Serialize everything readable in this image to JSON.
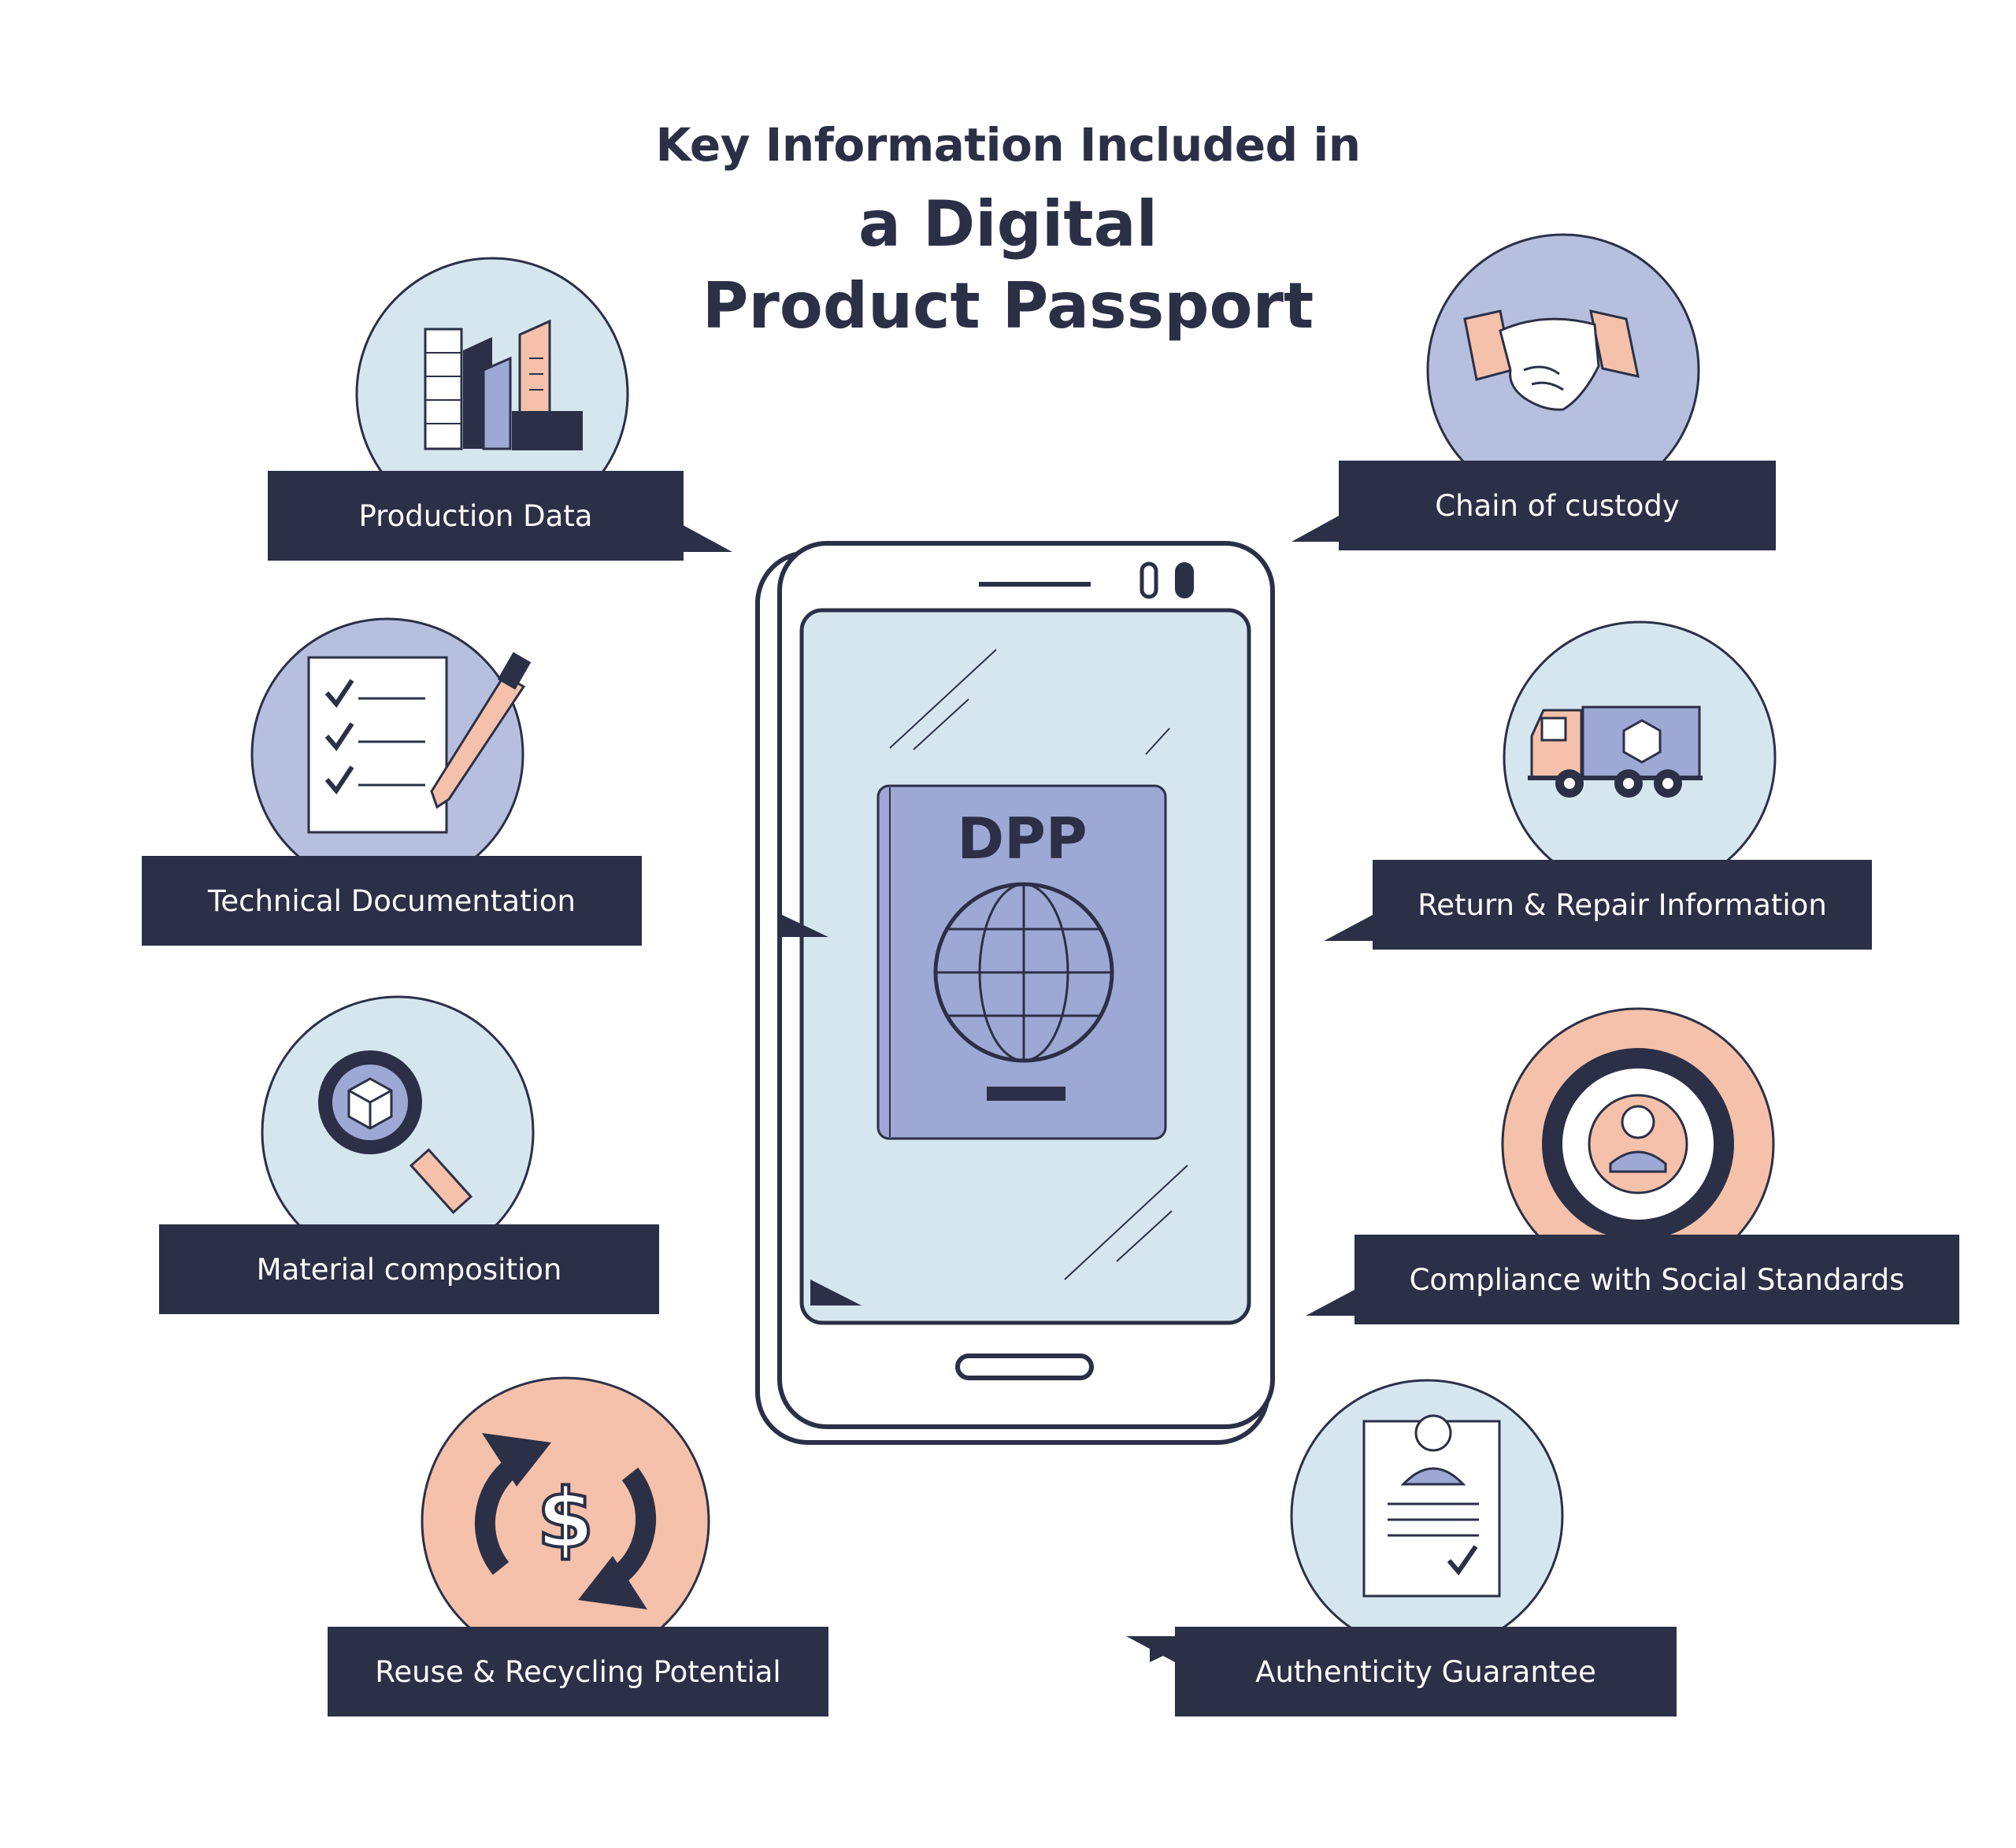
{
  "title": {
    "line1": "Key Information Included in",
    "line2": "a Digital",
    "line3": "Product Passport"
  },
  "center": {
    "device": "smartphone",
    "passport_label": "DPP",
    "icon": "globe-icon"
  },
  "colors": {
    "navy": "#2b3047",
    "light_blue": "#d6e6ef",
    "periwinkle": "#b7bfdf",
    "passport_blue": "#9ea8d4",
    "peach": "#f5c1aa",
    "white": "#ffffff"
  },
  "items": [
    {
      "label": "Production Data",
      "icon": "buildings-icon",
      "color": "#d6e6ef"
    },
    {
      "label": "Chain of custody",
      "icon": "handshake-icon",
      "color": "#b7bfdf"
    },
    {
      "label": "Technical Documentation",
      "icon": "checklist-pen-icon",
      "color": "#b7bfdf"
    },
    {
      "label": "Return & Repair Information",
      "icon": "delivery-truck-icon",
      "color": "#d6e6ef"
    },
    {
      "label": "Material composition",
      "icon": "magnifier-cube-icon",
      "color": "#d6e6ef"
    },
    {
      "label": "Compliance with Social Standards",
      "icon": "person-badge-icon",
      "color": "#f5c1aa"
    },
    {
      "label": "Reuse & Recycling Potential",
      "icon": "recycle-dollar-icon",
      "color": "#f5c1aa"
    },
    {
      "label": "Authenticity Guarantee",
      "icon": "certificate-icon",
      "color": "#d6e6ef"
    }
  ]
}
